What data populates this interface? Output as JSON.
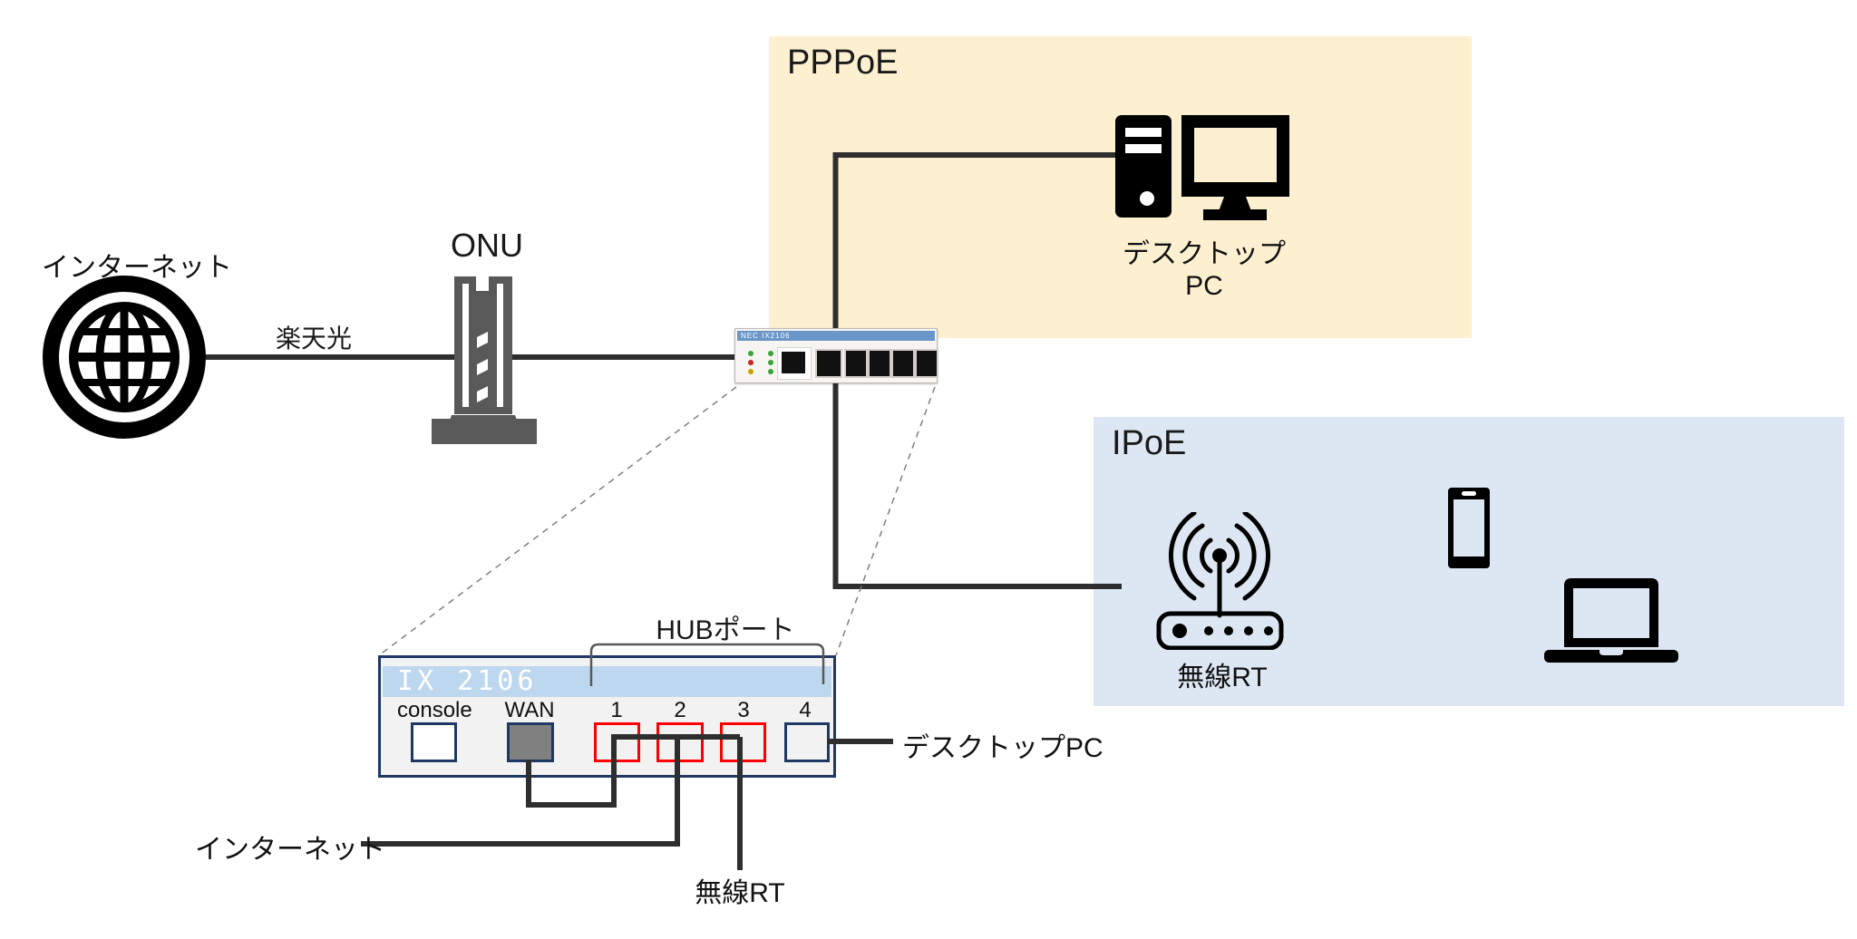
{
  "colors": {
    "pppoe_fill": "#FCF0D1",
    "ipoe_fill": "#DDE7F3",
    "banner_fill": "#BDD7EE",
    "navy": "#1F3864",
    "panel_fill": "#F2F2F2",
    "red": "#FF0000",
    "wan_gray": "#808080",
    "line_color": "#2E2E2E",
    "guide_gray": "#7F7F7F",
    "icon_dark": "#595959"
  },
  "internet": {
    "label": "インターネット"
  },
  "wan_line": {
    "label": "楽天光"
  },
  "onu": {
    "label": "ONU"
  },
  "router_photo": {
    "brand_text": "NEC IX2106"
  },
  "zones": {
    "pppoe": {
      "label": "PPPoE",
      "pc_label": "デスクトップPC"
    },
    "ipoe": {
      "label": "IPoE",
      "wireless_label": "無線RT"
    }
  },
  "detail": {
    "title": "IX 2106",
    "hub_label": "HUBポート",
    "port_labels": [
      "console",
      "WAN",
      "1",
      "2",
      "3",
      "4"
    ],
    "callouts": {
      "internet": "インターネット",
      "wireless": "無線RT",
      "desktop": "デスクトップPC"
    }
  }
}
